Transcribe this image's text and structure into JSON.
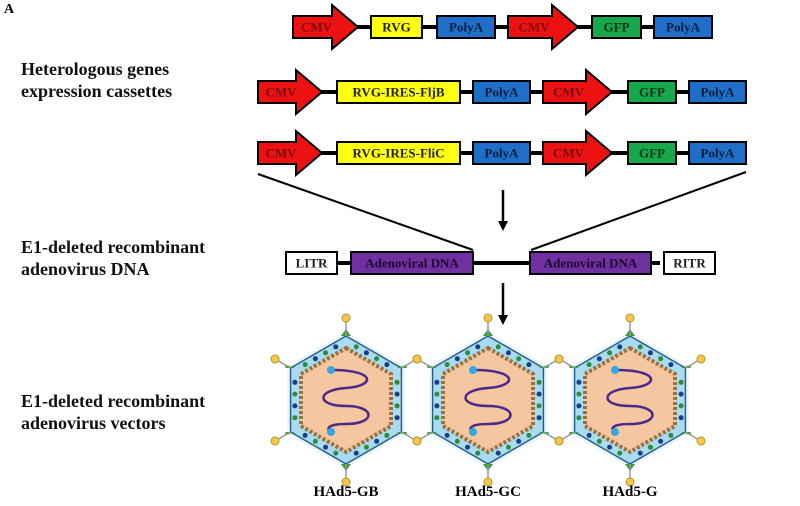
{
  "panel_label": "A",
  "row_labels": {
    "cassettes": [
      "Heterologous genes",
      "expression cassettes"
    ],
    "dna": [
      "E1-deleted recombinant",
      "adenovirus DNA"
    ],
    "vectors": [
      "E1-deleted recombinant",
      "adenovirus vectors"
    ]
  },
  "colors": {
    "cmv": "#ee1111",
    "cmv_text": "#7a0b0b",
    "gene": "#ffff11",
    "polya": "#1f6fc9",
    "gfp": "#16a84a",
    "adeno": "#7030a0",
    "itr": "#ffffff"
  },
  "cassettes": [
    {
      "elements": [
        "CMV",
        "RVG",
        "PolyA",
        "CMV",
        "GFP",
        "PolyA"
      ]
    },
    {
      "elements": [
        "CMV",
        "RVG-IRES-FljB",
        "PolyA",
        "CMV",
        "GFP",
        "PolyA"
      ]
    },
    {
      "elements": [
        "CMV",
        "RVG-IRES-FliC",
        "PolyA",
        "CMV",
        "GFP",
        "PolyA"
      ]
    }
  ],
  "adenovirus_dna": {
    "litr": "LITR",
    "left": "Adenoviral DNA",
    "right": "Adenoviral DNA",
    "ritr": "RITR"
  },
  "vectors": [
    "HAd5-GB",
    "HAd5-GC",
    "HAd5-G"
  ]
}
